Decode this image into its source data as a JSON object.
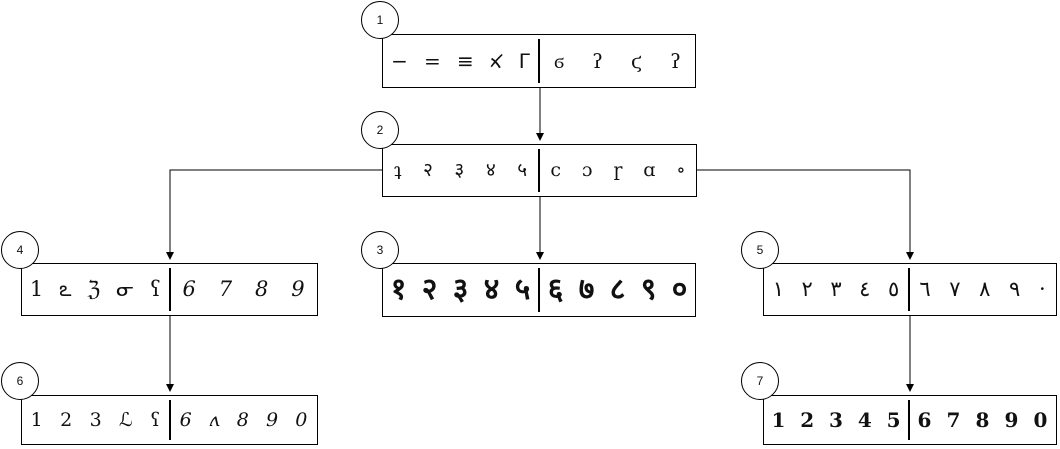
{
  "nodes": [
    {
      "id": "1",
      "label": "1",
      "left": [
        "−",
        "=",
        "≡",
        "𐩃",
        "ᒥ"
      ],
      "right": [
        "ϭ",
        "ʔ",
        "ϛ",
        "ʔ"
      ]
    },
    {
      "id": "2",
      "label": "2",
      "left": [
        "ʇ",
        "२",
        "३",
        "४",
        "५"
      ],
      "right": [
        "ϲ",
        "ɔ",
        "ɼ",
        "ɑ",
        "∘"
      ]
    },
    {
      "id": "3",
      "label": "3",
      "left": [
        "१",
        "२",
        "३",
        "४",
        "५"
      ],
      "right": [
        "६",
        "७",
        "८",
        "९",
        "०"
      ]
    },
    {
      "id": "4",
      "label": "4",
      "left": [
        "1",
        "ఽ",
        "ℨ",
        "ᓂ",
        "ʕ"
      ],
      "right": [
        "6",
        "7",
        "8",
        "9"
      ]
    },
    {
      "id": "5",
      "label": "5",
      "left": [
        "١",
        "٢",
        "٣",
        "٤",
        "٥"
      ],
      "right": [
        "٦",
        "٧",
        "٨",
        "٩",
        "·"
      ]
    },
    {
      "id": "6",
      "label": "6",
      "left": [
        "1",
        "2",
        "3",
        "ℒ",
        "ʕ"
      ],
      "right": [
        "6",
        "ʌ",
        "8",
        "9",
        "0"
      ]
    },
    {
      "id": "7",
      "label": "7",
      "left": [
        "1",
        "2",
        "3",
        "4",
        "5"
      ],
      "right": [
        "6",
        "7",
        "8",
        "9",
        "0"
      ]
    }
  ]
}
